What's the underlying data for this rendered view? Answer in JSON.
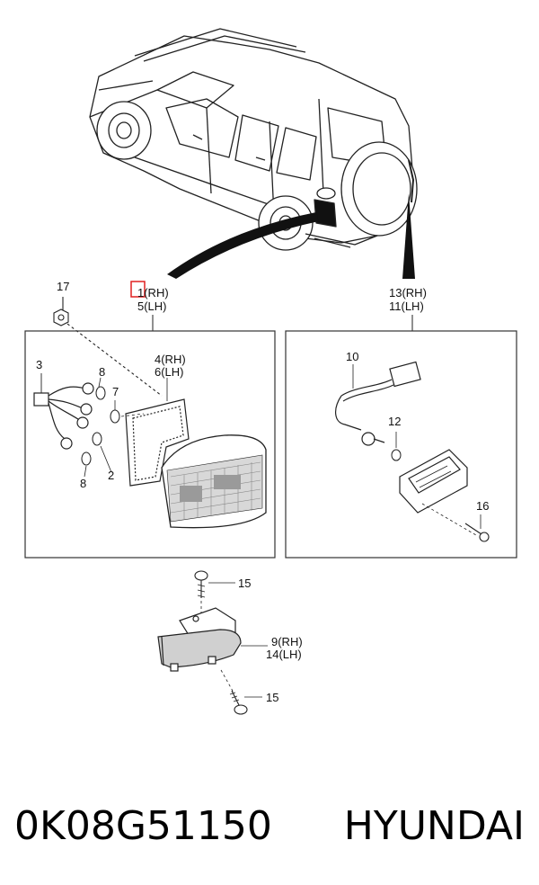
{
  "labels": {
    "p1": "1(RH)",
    "p5": "5(LH)",
    "p17": "17",
    "p13": "13(RH)",
    "p11": "11(LH)",
    "p3": "3",
    "p8a": "8",
    "p7": "7",
    "p4": "4(RH)",
    "p6": "6(LH)",
    "p2": "2",
    "p8b": "8",
    "p10": "10",
    "p12": "12",
    "p16": "16",
    "p15a": "15",
    "p9": "9(RH)",
    "p14": "14(LH)",
    "p15b": "15"
  },
  "footer": {
    "part_number": "0K08G51150",
    "brand": "HYUNDAI"
  },
  "colors": {
    "line": "#222222",
    "highlight": "#e02020",
    "dark": "#111111"
  }
}
